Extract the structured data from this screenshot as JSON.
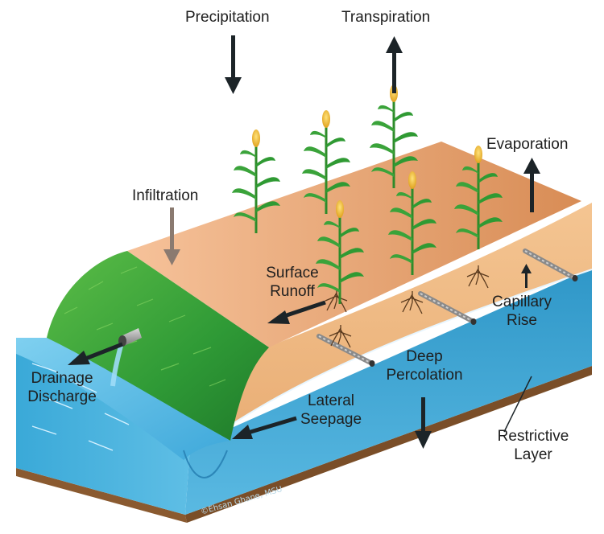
{
  "labels": {
    "precipitation": "Precipitation",
    "transpiration": "Transpiration",
    "evaporation": "Evaporation",
    "infiltration": "Infiltration",
    "surface_runoff_line1": "Surface",
    "surface_runoff_line2": "Runoff",
    "capillary_rise_line1": "Capillary",
    "capillary_rise_line2": "Rise",
    "drainage_discharge_line1": "Drainage",
    "drainage_discharge_line2": "Discharge",
    "deep_percolation_line1": "Deep",
    "deep_percolation_line2": "Percolation",
    "lateral_seepage_line1": "Lateral",
    "lateral_seepage_line2": "Seepage",
    "restrictive_layer_line1": "Restrictive",
    "restrictive_layer_line2": "Layer"
  },
  "credit": "©Ehsan Ghane, MSU",
  "colors": {
    "soil_top": "#e8a36f",
    "soil_side": "#f2bd86",
    "grass": "#3ea33b",
    "water": "#48b3e0",
    "restrictive_layer": "#9a6a3a",
    "arrow": "#1c2428"
  }
}
